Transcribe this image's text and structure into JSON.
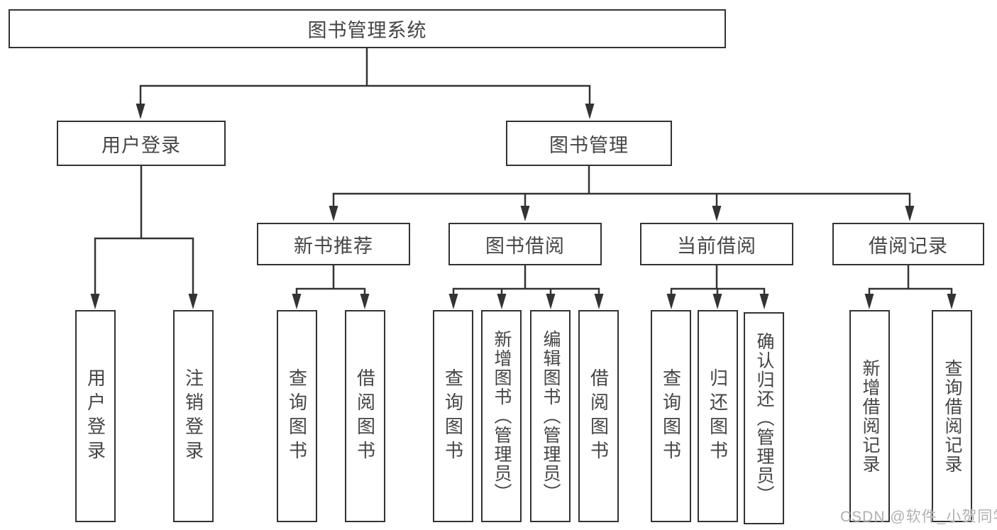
{
  "diagram": {
    "root": {
      "label": "图书管理系统"
    },
    "branches": [
      {
        "label": "用户登录",
        "children": [
          {
            "label": "用户登录"
          },
          {
            "label": "注销登录"
          }
        ]
      },
      {
        "label": "图书管理",
        "children": [
          {
            "label": "新书推荐",
            "children": [
              {
                "label": "查询图书"
              },
              {
                "label": "借阅图书"
              }
            ]
          },
          {
            "label": "图书借阅",
            "children": [
              {
                "label": "查询图书"
              },
              {
                "label": "新增图书（管理员）"
              },
              {
                "label": "编辑图书（管理员）"
              },
              {
                "label": "借阅图书"
              }
            ]
          },
          {
            "label": "当前借阅",
            "children": [
              {
                "label": "查询图书"
              },
              {
                "label": "归还图书"
              },
              {
                "label": "确认归还（管理员）"
              }
            ]
          },
          {
            "label": "借阅记录",
            "children": [
              {
                "label": "新增借阅记录"
              },
              {
                "label": "查询借阅记录"
              }
            ]
          }
        ]
      }
    ]
  },
  "watermark": "CSDN @软件_小贺同学",
  "colors": {
    "line": "#333333",
    "text": "#454545",
    "box_background": "#ffffff",
    "watermark": "#b0b0b0"
  }
}
